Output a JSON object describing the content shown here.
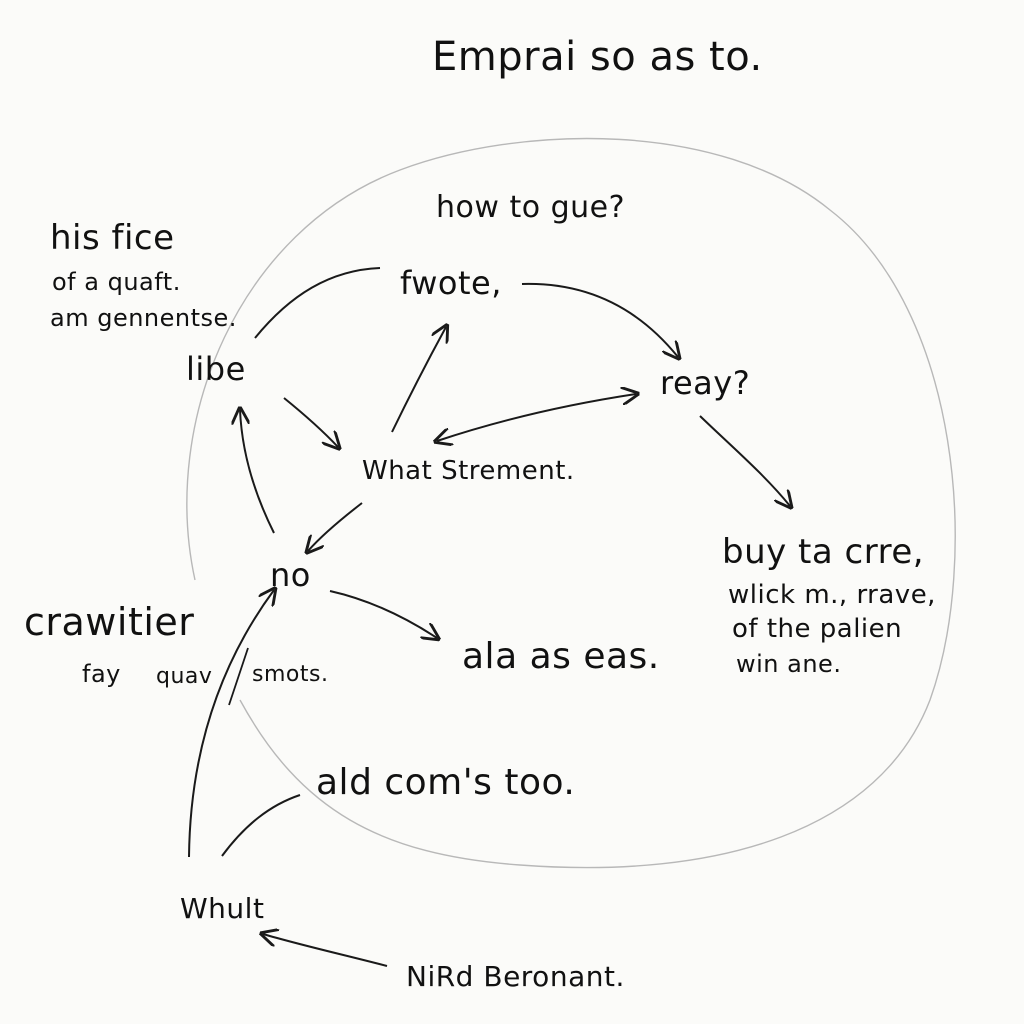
{
  "title": "Emprai so as to.",
  "nodes": {
    "how_to_gue": "how to gue?",
    "fwote": "fwote,",
    "reay": "reay?",
    "libe": "libe",
    "what_strement": "What Strement.",
    "no": "no",
    "ala_as_eas": "ala as eas.",
    "ald_coms_too": "ald com's too.",
    "whult": "Whult",
    "nird_beronant": "NiRd Beronant.",
    "crawitier": "crawitier"
  },
  "notes": {
    "left_top": [
      "his fice",
      "of a quaft.",
      "am gennentse."
    ],
    "right": [
      "buy ta crre,",
      "wlick m., rrave,",
      "of the palien",
      "win ane."
    ],
    "crawitier_sub": [
      "fay",
      "quav",
      "smots."
    ]
  }
}
